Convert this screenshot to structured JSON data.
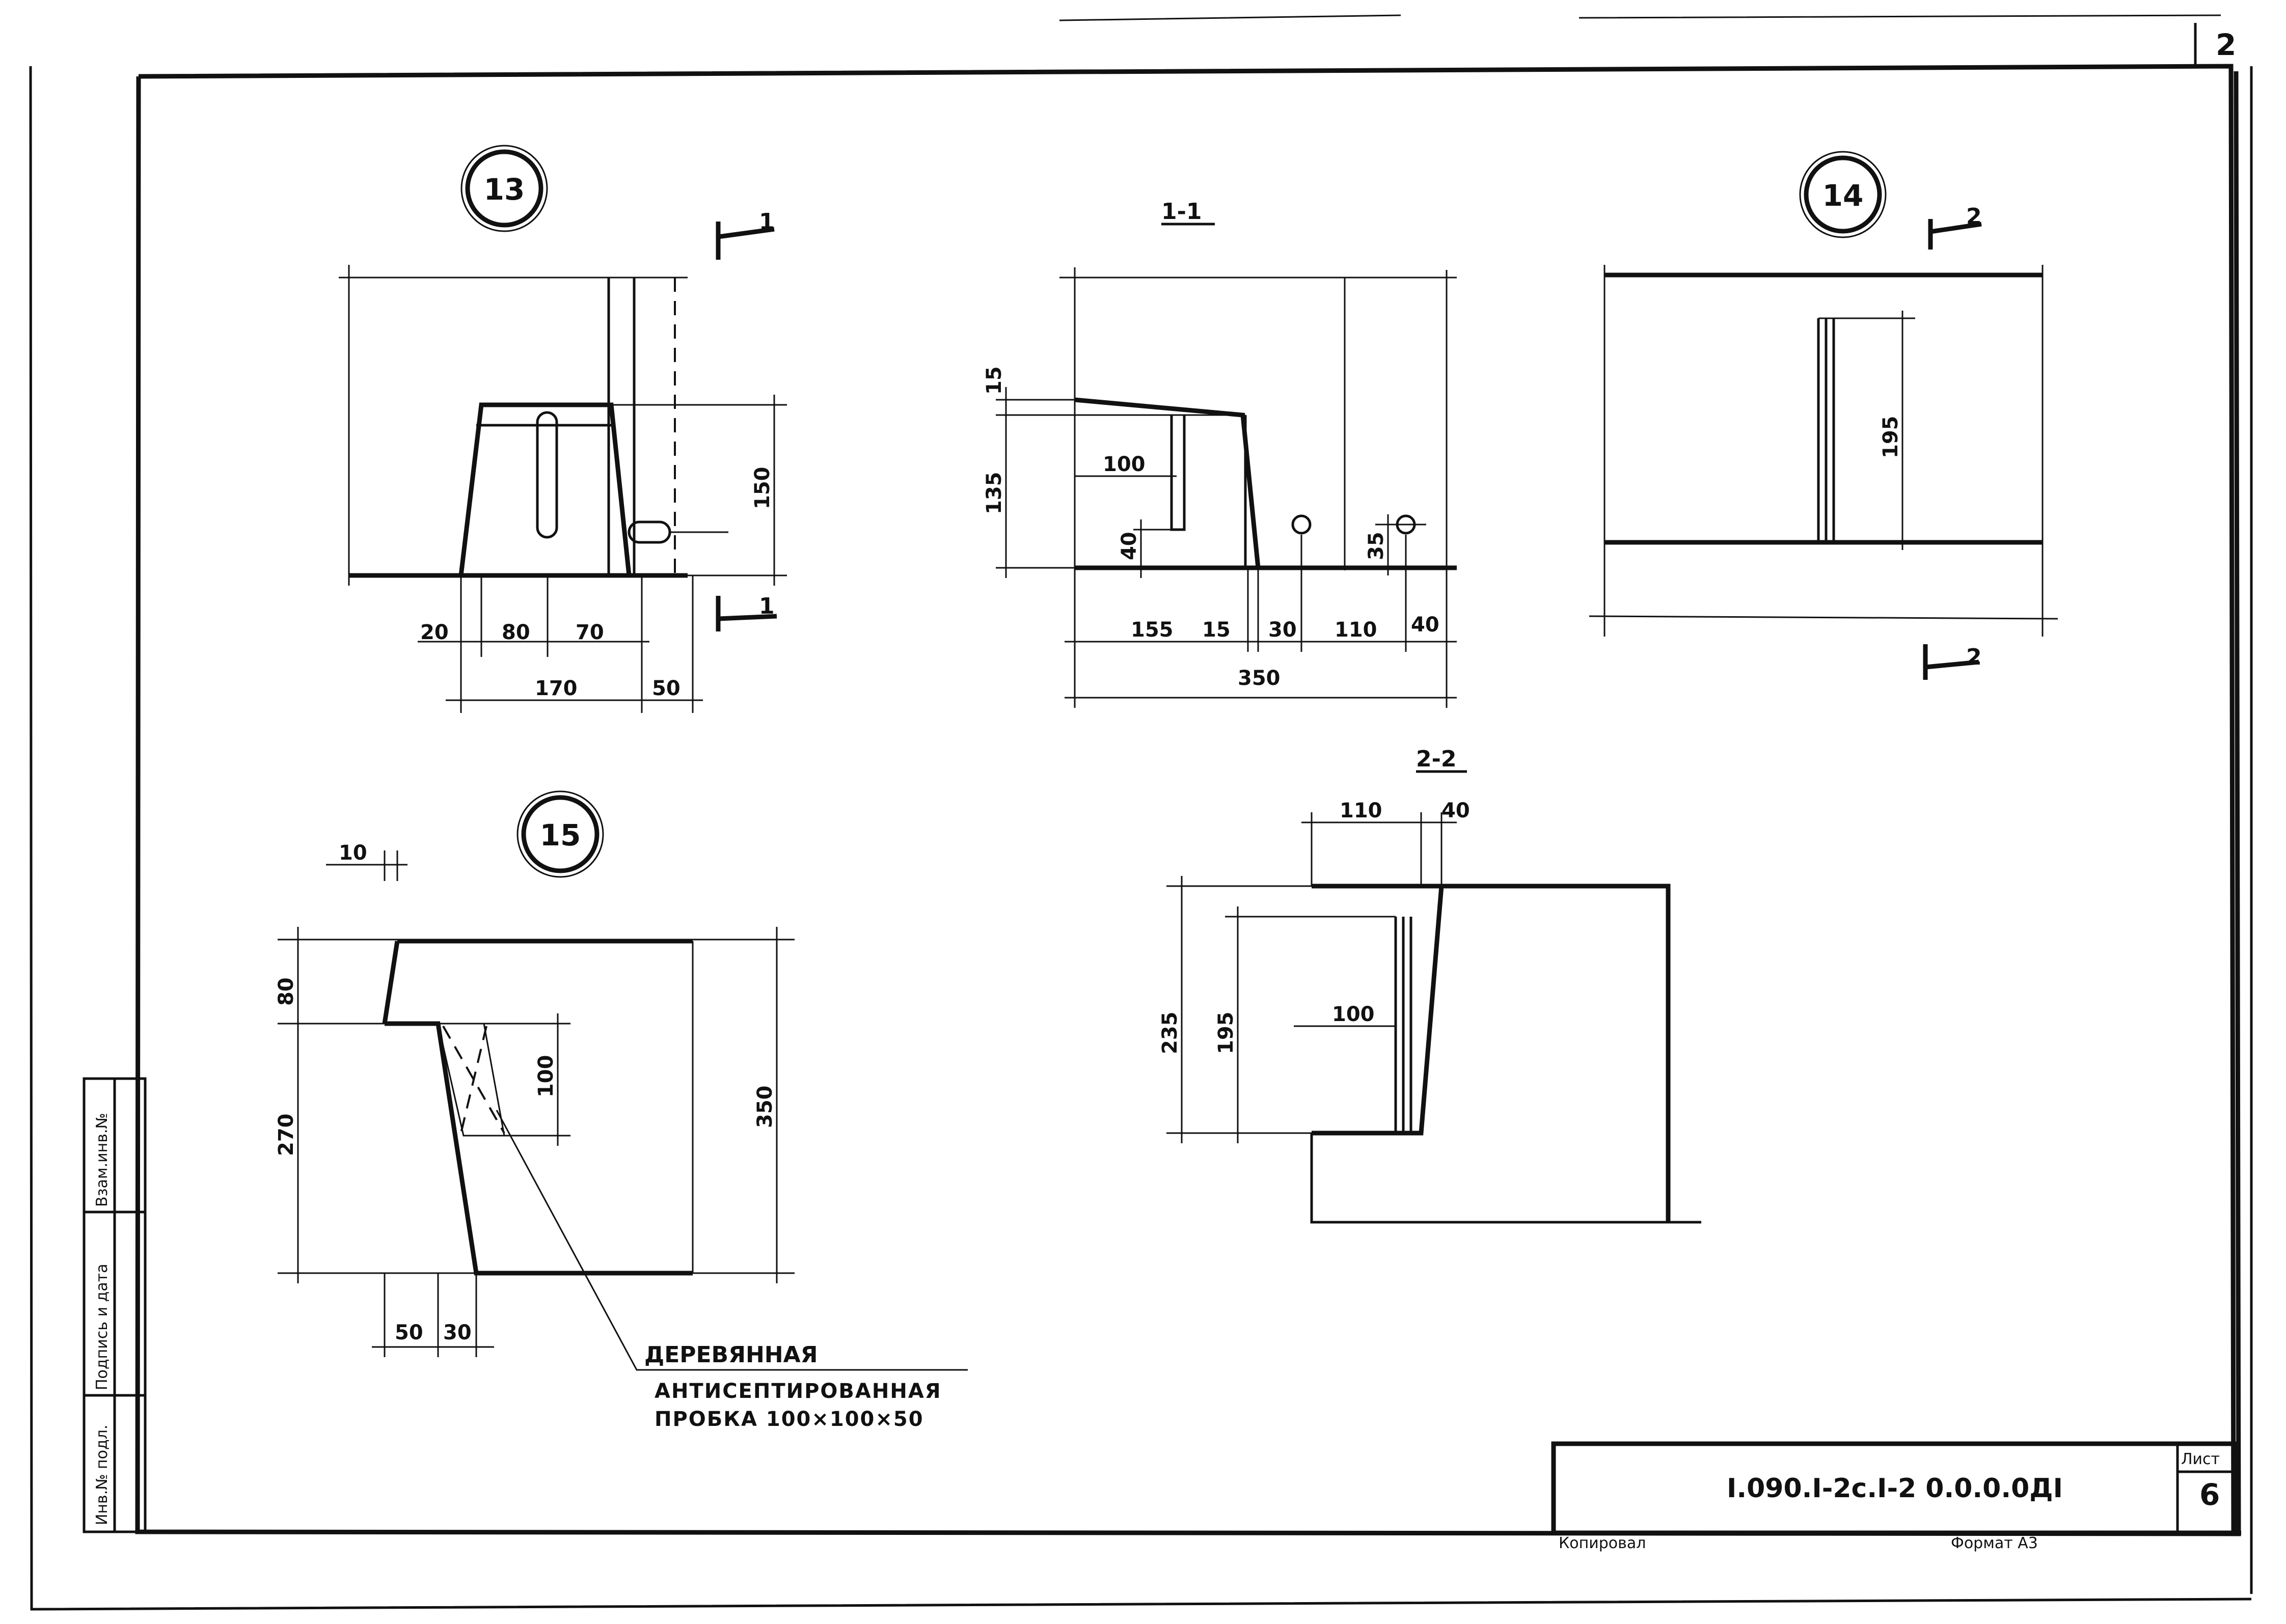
{
  "corner_number": "2",
  "details": {
    "d13": {
      "number": "13",
      "section_marks": [
        "1",
        "1"
      ],
      "dims": [
        "150",
        "20",
        "80",
        "70",
        "170",
        "50"
      ]
    },
    "s11": {
      "title": "1-1",
      "dims": [
        "15",
        "135",
        "100",
        "40",
        "35",
        "155",
        "15",
        "30",
        "110",
        "40",
        "350"
      ]
    },
    "d14": {
      "number": "14",
      "section_marks": [
        "2",
        "2"
      ],
      "dims": [
        "195"
      ]
    },
    "d15": {
      "number": "15",
      "dims": [
        "10",
        "80",
        "270",
        "100",
        "350",
        "50",
        "30"
      ]
    },
    "s22": {
      "title": "2-2",
      "dims": [
        "110",
        "40",
        "235",
        "195",
        "100"
      ]
    }
  },
  "note": {
    "line1": "ДЕРЕВЯННАЯ",
    "line2": "АНТИСЕПТИРОВАННАЯ",
    "line3": "ПРОБКА 100×100×50"
  },
  "side_stamp": {
    "cells": [
      "Взам.инв.№",
      "Подпись и дата",
      "Инв.№ подл."
    ]
  },
  "title_block": {
    "code": "I.090.I-2с.I-2 0.0.0.0ДI",
    "sheet_label": "Лист",
    "sheet_number": "6"
  },
  "footer": {
    "copied": "Копировал",
    "format": "Формат А3"
  }
}
